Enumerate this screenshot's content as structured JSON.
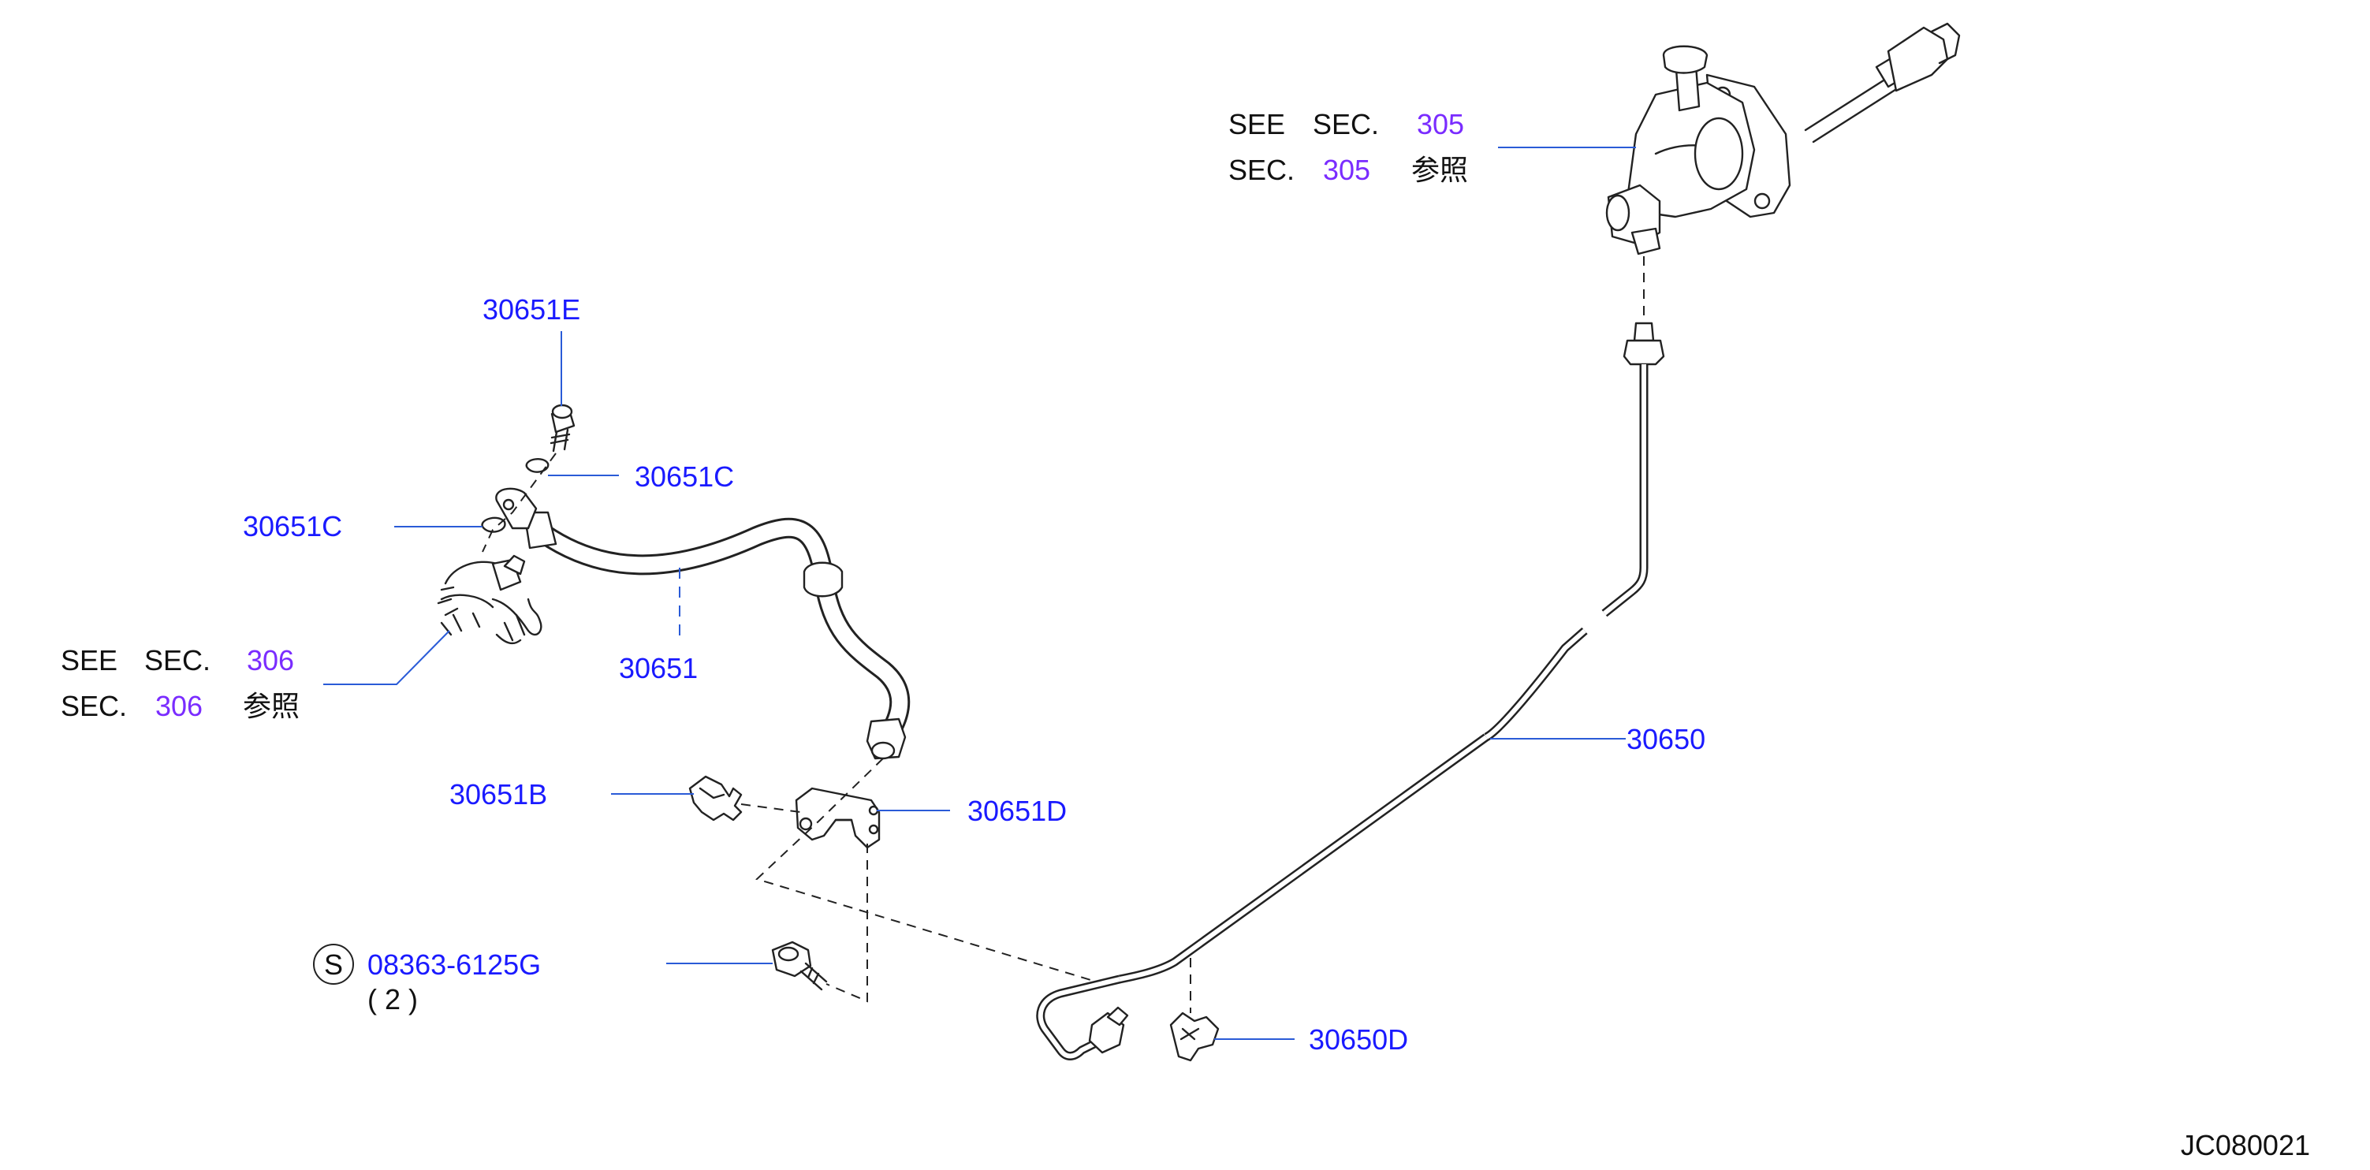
{
  "callouts": {
    "see_sec_305": {
      "see": "SEE",
      "sec": "SEC.",
      "num": "305"
    },
    "sec_305_ref": {
      "sec": "SEC.",
      "num": "305",
      "ref": "参照"
    },
    "see_sec_306": {
      "see": "SEE",
      "sec": "SEC.",
      "num": "306"
    },
    "sec_306_ref": {
      "sec": "SEC.",
      "num": "306",
      "ref": "参照"
    }
  },
  "parts": {
    "p30651E": "30651E",
    "p30651C_right": "30651C",
    "p30651C_left": "30651C",
    "p30651": "30651",
    "p30651B": "30651B",
    "p30651D": "30651D",
    "p30650": "30650",
    "p30650D": "30650D",
    "p08363": "08363-6125G",
    "p08363_qty": "( 2 )",
    "std_symbol": "S"
  },
  "diagram_id": "JC080021",
  "colors": {
    "part": "#1a1aff",
    "section": "#7a2cff",
    "text": "#111111",
    "leader": "#2a5bd7"
  }
}
